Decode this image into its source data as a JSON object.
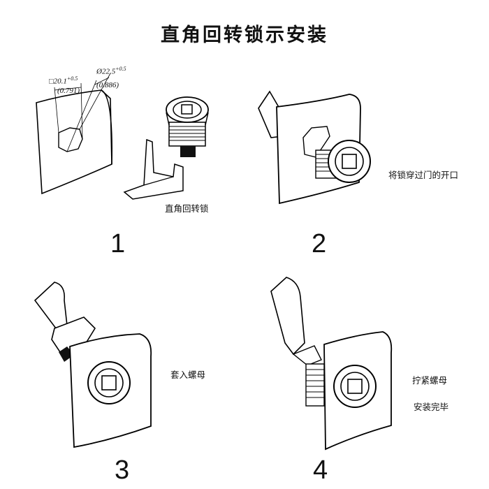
{
  "title": "直角回转锁示安装",
  "steps": [
    {
      "number": "1",
      "label": "直角回转锁",
      "dims": {
        "width_mm": "□20.1",
        "width_tol": "+0.5",
        "width_in": "(0.791)",
        "dia_mm": "Ø22.5",
        "dia_tol": "+0.5",
        "dia_in": "(0.886)"
      }
    },
    {
      "number": "2",
      "label": "将锁穿过门的开口"
    },
    {
      "number": "3",
      "label": "套入螺母"
    },
    {
      "number": "4",
      "label": "拧紧螺母",
      "label2": "安装完毕"
    }
  ]
}
